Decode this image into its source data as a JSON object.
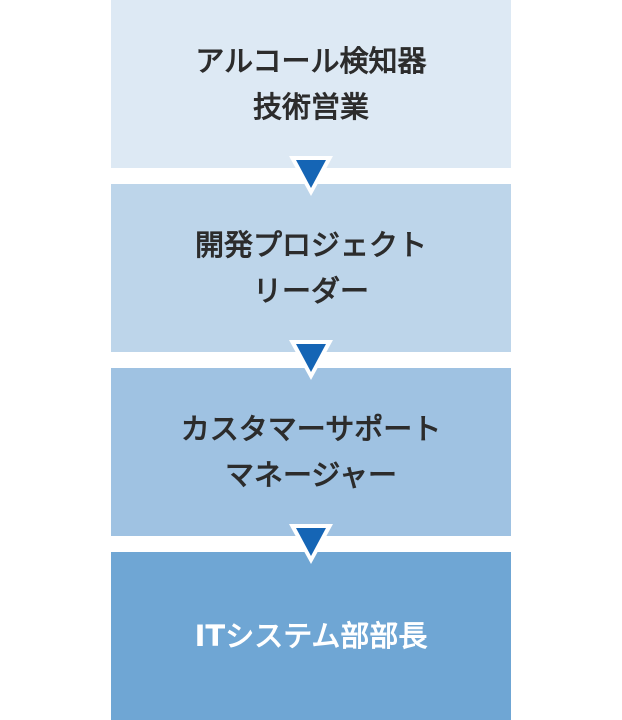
{
  "steps": [
    {
      "lines": [
        "アルコール検知器",
        "技術営業"
      ]
    },
    {
      "lines": [
        "開発プロジェクト",
        "リーダー"
      ]
    },
    {
      "lines": [
        "カスタマーサポート",
        "マネージャー"
      ]
    },
    {
      "lines": [
        "ITシステム部部長"
      ]
    }
  ],
  "colors": {
    "step1": "#dde9f4",
    "step2": "#bdd5ea",
    "step3": "#9fc2e2",
    "step4": "#6fa6d4",
    "arrow": "#1565b5"
  }
}
